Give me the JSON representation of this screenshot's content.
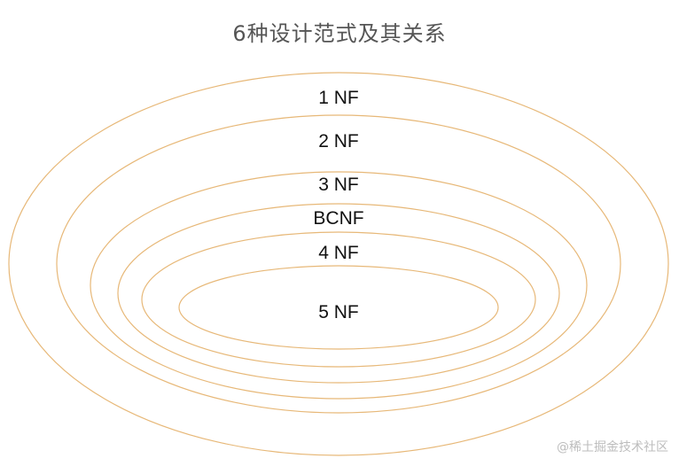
{
  "title": "6种设计范式及其关系",
  "rings": [
    {
      "label": "1 NF"
    },
    {
      "label": "2 NF"
    },
    {
      "label": "3 NF"
    },
    {
      "label": "BCNF"
    },
    {
      "label": "4 NF"
    },
    {
      "label": "5 NF"
    }
  ],
  "ring_color": "#e7b878",
  "watermark": "@稀土掘金技术社区"
}
